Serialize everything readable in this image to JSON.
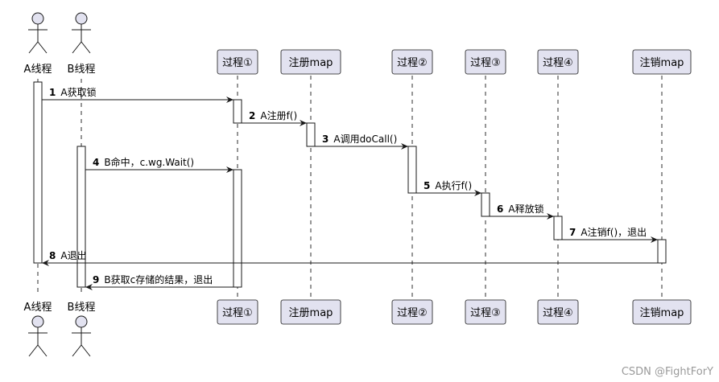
{
  "participants": [
    {
      "id": "A",
      "label": "A线程",
      "kind": "actor"
    },
    {
      "id": "B",
      "label": "B线程",
      "kind": "actor"
    },
    {
      "id": "P1",
      "label": "过程①",
      "kind": "box"
    },
    {
      "id": "REG",
      "label": "注册map",
      "kind": "box"
    },
    {
      "id": "P2",
      "label": "过程②",
      "kind": "box"
    },
    {
      "id": "P3",
      "label": "过程③",
      "kind": "box"
    },
    {
      "id": "P4",
      "label": "过程④",
      "kind": "box"
    },
    {
      "id": "UNREG",
      "label": "注销map",
      "kind": "box"
    }
  ],
  "messages": [
    {
      "num": "1",
      "text": "A获取锁",
      "from": "A",
      "to": "P1"
    },
    {
      "num": "2",
      "text": "A注册f()",
      "from": "P1",
      "to": "REG"
    },
    {
      "num": "3",
      "text": "A调用doCall()",
      "from": "REG",
      "to": "P2"
    },
    {
      "num": "4",
      "text": "B命中，c.wg.Wait()",
      "from": "B",
      "to": "P1"
    },
    {
      "num": "5",
      "text": "A执行f()",
      "from": "P2",
      "to": "P3"
    },
    {
      "num": "6",
      "text": "A释放锁",
      "from": "P3",
      "to": "P4"
    },
    {
      "num": "7",
      "text": "A注销f()，退出",
      "from": "P4",
      "to": "UNREG"
    },
    {
      "num": "8",
      "text": "A退出",
      "from": "UNREG",
      "to": "A"
    },
    {
      "num": "9",
      "text": "B获取c存储的结果，退出",
      "from": "P1",
      "to": "B"
    }
  ],
  "watermark": "CSDN @FightForY",
  "colors": {
    "box_fill": "#e2e2f0",
    "box_stroke": "#181818",
    "actor_fill": "#e2e2f0",
    "lifeline": "#181818",
    "arrow": "#181818"
  }
}
